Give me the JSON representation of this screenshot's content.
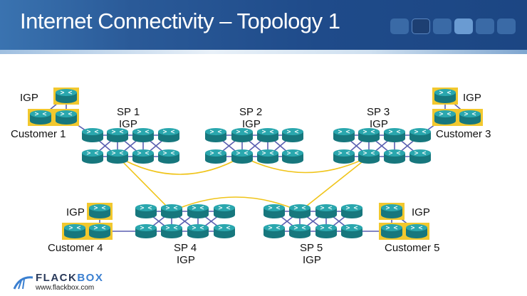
{
  "header": {
    "title": "Internet Connectivity – Topology 1"
  },
  "labels": {
    "customer1": "Customer 1",
    "customer1_igp": "IGP",
    "customer3": "Customer 3",
    "customer3_igp": "IGP",
    "customer4": "Customer 4",
    "customer4_igp": "IGP",
    "customer5": "Customer 5",
    "customer5_igp": "IGP",
    "sp1": "SP 1",
    "sp1_igp": "IGP",
    "sp2": "SP 2",
    "sp2_igp": "IGP",
    "sp3": "SP 3",
    "sp3_igp": "IGP",
    "sp4": "SP 4",
    "sp4_igp": "IGP",
    "sp5": "SP 5",
    "sp5_igp": "IGP"
  },
  "logo": {
    "name_part1": "FLACK",
    "name_part2": "BOX",
    "url": "www.flackbox.com"
  },
  "colors": {
    "router": "#1f8f96",
    "igp_link": "#5a5fb0",
    "ebgp_link": "#f0c419",
    "customer_bg": "#f2c82e"
  }
}
